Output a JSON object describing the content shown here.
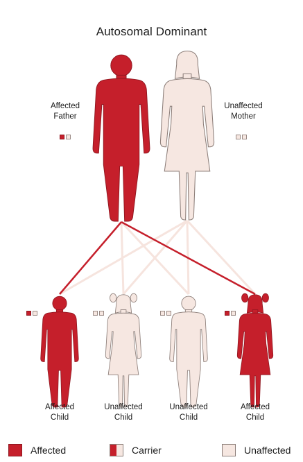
{
  "title": "Autosomal Dominant",
  "parents": {
    "father": {
      "line1": "Affected",
      "line2": "Father"
    },
    "mother": {
      "line1": "Unaffected",
      "line2": "Mother"
    }
  },
  "children": [
    {
      "line1": "Affected",
      "line2": "Child"
    },
    {
      "line1": "Unaffected",
      "line2": "Child"
    },
    {
      "line1": "Unaffected",
      "line2": "Child"
    },
    {
      "line1": "Affected",
      "line2": "Child"
    }
  ],
  "legend": {
    "affected": "Affected",
    "carrier": "Carrier",
    "unaffected": "Unaffected"
  },
  "colors": {
    "affected": "#c51f2b",
    "unaffected": "#f6e7e1",
    "outline": "#8c7e79"
  }
}
